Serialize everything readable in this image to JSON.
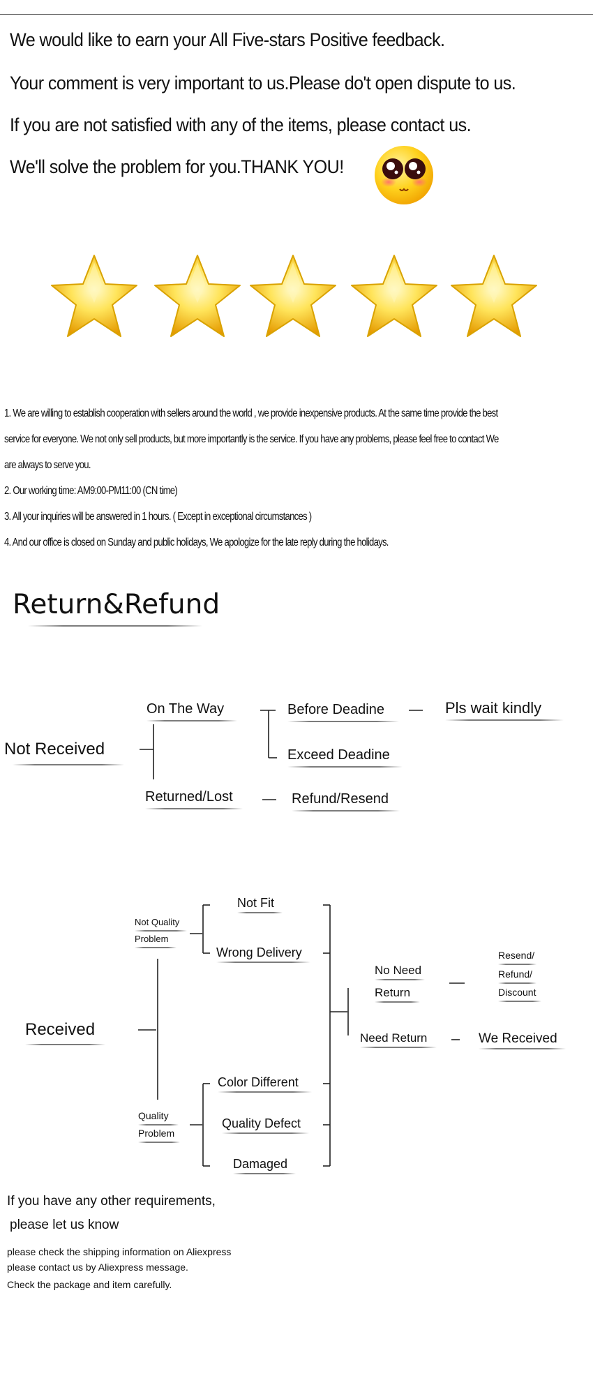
{
  "feedback": {
    "lines": [
      "We would like to earn your All Five-stars Positive feedback.",
      "Your comment is very important to us.Please do't open dispute to us.",
      "If you are not satisfied with any of the items, please contact us.",
      "We'll solve the problem for you.THANK YOU!"
    ]
  },
  "rating": {
    "stars": 5,
    "max": 5
  },
  "notes": {
    "lines": [
      "1. We are willing to establish cooperation with sellers around the world , we provide inexpensive products. At the same time provide the best",
      "service for everyone. We not only sell products, but more importantly is the service. If you have any problems, please feel free to contact We",
      "are always to serve you.",
      "2. Our working time: AM9:00-PM11:00 (CN time)",
      "3. All your inquiries will be answered in 1 hours. ( Except in exceptional circumstances )",
      "4. And our office is closed on Sunday and public holidays, We apologize for the late reply during the holidays."
    ]
  },
  "return_refund": {
    "title": "Return&Refund",
    "not_received": {
      "root": "Not    Received",
      "on_the_way": "On The Way",
      "before_deadline": "Before Deadine",
      "wait": "Pls wait kindly",
      "exceed_deadline": "Exceed Deadine",
      "returned_lost": "Returned/Lost",
      "refund_resend": "Refund/Resend"
    },
    "received": {
      "root": "Received",
      "not_quality_1": "Not Quality",
      "not_quality_2": "Problem",
      "not_fit": "Not Fit",
      "wrong_delivery": "Wrong Delivery",
      "quality_1": "Quality",
      "quality_2": "Problem",
      "color_different": "Color Different",
      "quality_defect": "Quality Defect",
      "damaged": "Damaged",
      "no_need_1": "No Need",
      "no_need_2": "Return",
      "need_return": "Need Return",
      "resend": "Resend/",
      "refund": "Refund/",
      "discount": "Discount",
      "we_received": "We Received"
    }
  },
  "outro": {
    "line1": "If you have any other requirements,",
    "line2": "please let us know",
    "small": [
      "please check the shipping information on Aliexpress",
      "please contact us by Aliexpress message.",
      "Check the package and item carefully."
    ]
  }
}
